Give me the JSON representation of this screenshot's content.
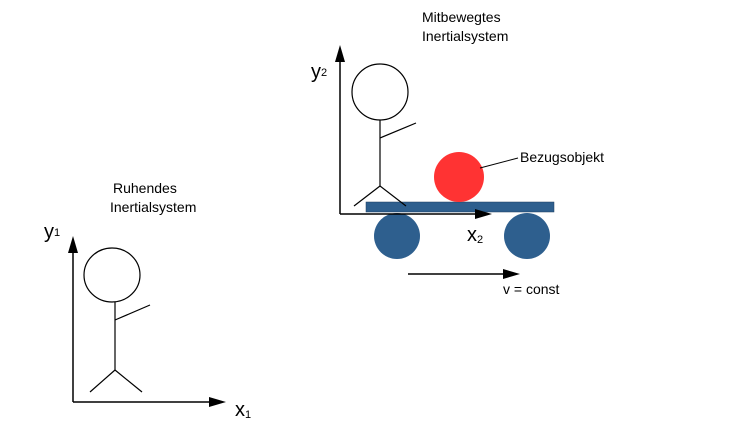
{
  "rest_frame": {
    "title_line1": "Ruhendes",
    "title_line2": "Inertialsystem",
    "y_axis_letter": "y",
    "y_axis_index": "1",
    "x_axis_letter": "x",
    "x_axis_index": "1"
  },
  "moving_frame": {
    "title_line1": "Mitbewegtes",
    "title_line2": "Inertialsystem",
    "y_axis_letter": "y",
    "y_axis_index": "2",
    "x_axis_letter": "x",
    "x_axis_index": "2"
  },
  "object_label": "Bezugsobjekt",
  "velocity_label": "v = const",
  "colors": {
    "ball": "#ff3333",
    "cart": "#2e5f8e",
    "lines": "#000000"
  }
}
